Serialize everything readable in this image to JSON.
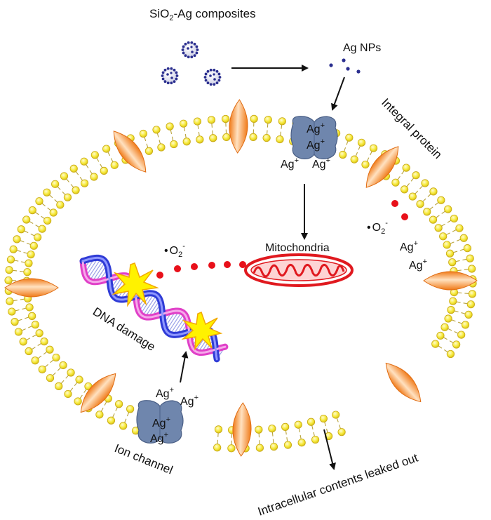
{
  "labels": {
    "composites_prefix": "SiO",
    "composites_sub": "2",
    "composites_suffix": "-Ag composites",
    "ag_nps": "Ag NPs",
    "integral_protein": "Integral protein",
    "ion_channel": "Ion channel",
    "mitochondria": "Mitochondria",
    "dna_damage": "DNA damage",
    "leaked": "Intracellular contents leaked out",
    "ag_base": "Ag",
    "plus": "+",
    "superoxide_base": "O",
    "superoxide_sub": "2",
    "superoxide_sup": "-",
    "radical_dot": "•"
  },
  "colors": {
    "lipid_head": "#f7ea3c",
    "lipid_outline": "#c8a814",
    "lipid_tail": "#b8a23a",
    "protein_orange": "#f39b3c",
    "channel_blue": "#6f86ad",
    "mito_red": "#e0191f",
    "ros_red": "#e8101a",
    "nanoparticle": "#2b2f8f",
    "dna_blue": "#2f3bd6",
    "dna_pink": "#e040c8",
    "spark_yellow": "#fff200"
  }
}
